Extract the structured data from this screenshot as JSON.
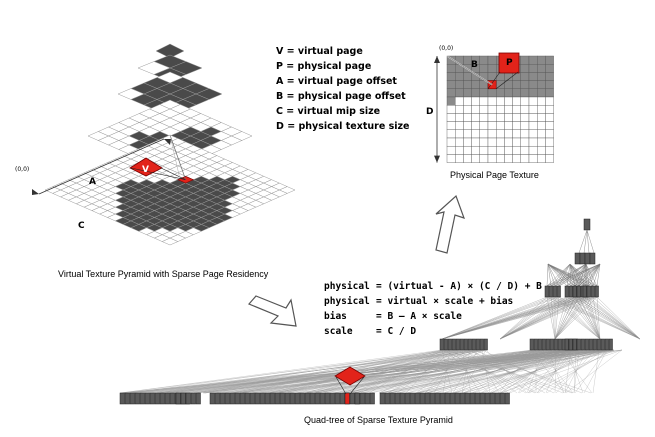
{
  "legend": [
    {
      "text": "V = virtual page"
    },
    {
      "text": "P = physical page"
    },
    {
      "text": "A = virtual page offset"
    },
    {
      "text": "B = physical page offset"
    },
    {
      "text": "C = virtual mip size"
    },
    {
      "text": "D = physical texture size"
    }
  ],
  "pyramid": {
    "caption": "Virtual Texture Pyramid with Sparse Page Residency",
    "origin_label": "(0,0)",
    "page_label": "V",
    "offset_label": "A",
    "size_label": "C"
  },
  "physical_texture": {
    "caption": "Physical Page Texture",
    "origin_label": "(0,0)",
    "page_label": "P",
    "offset_label": "B",
    "size_label": "D"
  },
  "formulas": [
    {
      "lhs": "physical",
      "rhs": "= (virtual - A) × (C / D) + B"
    },
    {
      "lhs": "physical",
      "rhs": "= virtual × scale + bias"
    },
    {
      "lhs": "bias",
      "rhs": "= B – A × scale"
    },
    {
      "lhs": "scale",
      "rhs": "= C / D"
    }
  ],
  "quadtree": {
    "caption": "Quad-tree of Sparse Texture Pyramid"
  },
  "colors": {
    "resident": "#4a4a4a",
    "highlight": "#e2231a",
    "grid_line": "#9a9a9a",
    "node": "#5a5a5a"
  }
}
